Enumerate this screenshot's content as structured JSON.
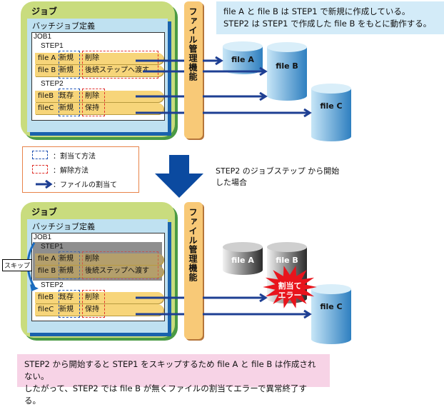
{
  "top_note": {
    "line1": "file A と file B は STEP1 で新規に作成している。",
    "line2": "STEP2 は STEP1 で作成した file B をもとに動作する。"
  },
  "panels": [
    {
      "job_title": "ジョブ",
      "batch_title": "バッチジョブ定義",
      "job_name": "JOB1",
      "steps": [
        {
          "name": "STEP1",
          "skipped": false,
          "files": [
            {
              "file": "file A",
              "alloc": "新規",
              "release": "削除"
            },
            {
              "file": "file B",
              "alloc": "新規",
              "release": "後続ステップへ渡す"
            }
          ]
        },
        {
          "name": "STEP2",
          "skipped": false,
          "files": [
            {
              "file": "fileB",
              "alloc": "既存",
              "release": "削除"
            },
            {
              "file": "fileC",
              "alloc": "新規",
              "release": "保持"
            }
          ]
        }
      ]
    },
    {
      "job_title": "ジョブ",
      "batch_title": "バッチジョブ定義",
      "job_name": "JOB1",
      "skip_label": "スキップ",
      "steps": [
        {
          "name": "STEP1",
          "skipped": true,
          "files": [
            {
              "file": "file A",
              "alloc": "新規",
              "release": "削除"
            },
            {
              "file": "file B",
              "alloc": "新規",
              "release": "後続ステップへ渡す"
            }
          ]
        },
        {
          "name": "STEP2",
          "skipped": false,
          "files": [
            {
              "file": "fileB",
              "alloc": "既存",
              "release": "削除"
            },
            {
              "file": "fileC",
              "alloc": "新規",
              "release": "保持"
            }
          ]
        }
      ]
    }
  ],
  "file_mgmt_label": "ファイル管理機能",
  "cylinders_top": [
    "file A",
    "file B",
    "file C"
  ],
  "cylinders_bottom": [
    "file A",
    "file B",
    "file C"
  ],
  "error_burst": {
    "line1": "割当て",
    "line2": "エラー"
  },
  "legend": {
    "alloc": "：割当て方法",
    "release": "：解除方法",
    "arrow": "：ファイルの割当て"
  },
  "transition": {
    "line1": "STEP2 のジョブステップ から開始",
    "line2": "した場合"
  },
  "bottom_note": {
    "line1": "STEP2 から開始すると STEP1 をスキップするため file A と file B は作成されない。",
    "line2": "したがって、STEP2 では file B が無くファイルの割当てエラーで異常終了する。"
  },
  "colors": {
    "arrow": "#1e3f93",
    "error": "#e8141c",
    "cyl_blue": "#5aa2d4",
    "cyl_gray": "#8a8a8a"
  }
}
